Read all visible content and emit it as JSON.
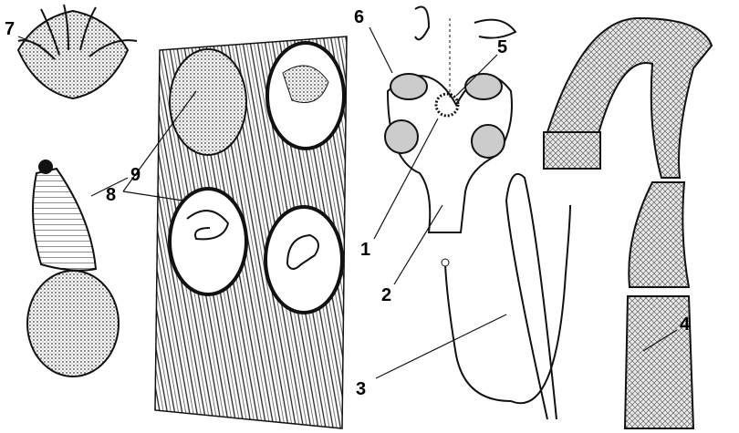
{
  "labels": {
    "l1": "1",
    "l2": "2",
    "l3": "3",
    "l4": "4",
    "l5": "5",
    "l6": "6",
    "l7": "7",
    "l8": "8",
    "l9": "9"
  },
  "colors": {
    "ink": "#111111",
    "paper": "#ffffff",
    "shade": "#bdbdbd"
  }
}
